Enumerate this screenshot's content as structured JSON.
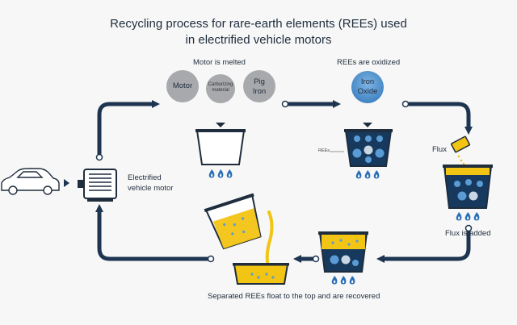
{
  "title": {
    "line1": "Recycling process for rare-earth elements (REEs) used",
    "line2": "in electrified vehicle motors"
  },
  "steps": {
    "melt": {
      "label": "Motor is melted",
      "inputs": [
        "Motor",
        "Carburizing material",
        "Pig Iron"
      ]
    },
    "oxidize": {
      "label": "REEs are oxidized",
      "reagent": "Iron Oxide",
      "callout": "REEs"
    },
    "flux": {
      "reagent_label": "Flux",
      "label": "Flux is added"
    },
    "recover": {
      "label": "Separated REEs float to the top and are recovered"
    },
    "motor": {
      "label": "Electrified vehicle motor"
    }
  },
  "colors": {
    "navy": "#1b3a5c",
    "arrow": "#1d3550",
    "gray_circle": "#a7a9ac",
    "blue_circle": "#5b9bd5",
    "yellow": "#f2c413",
    "flame": "#2a6fb5",
    "molten_dark": "#16395d"
  },
  "icons": [
    "car-icon",
    "motor-icon",
    "flame-icon",
    "cup-icon",
    "flux-packet-icon"
  ]
}
